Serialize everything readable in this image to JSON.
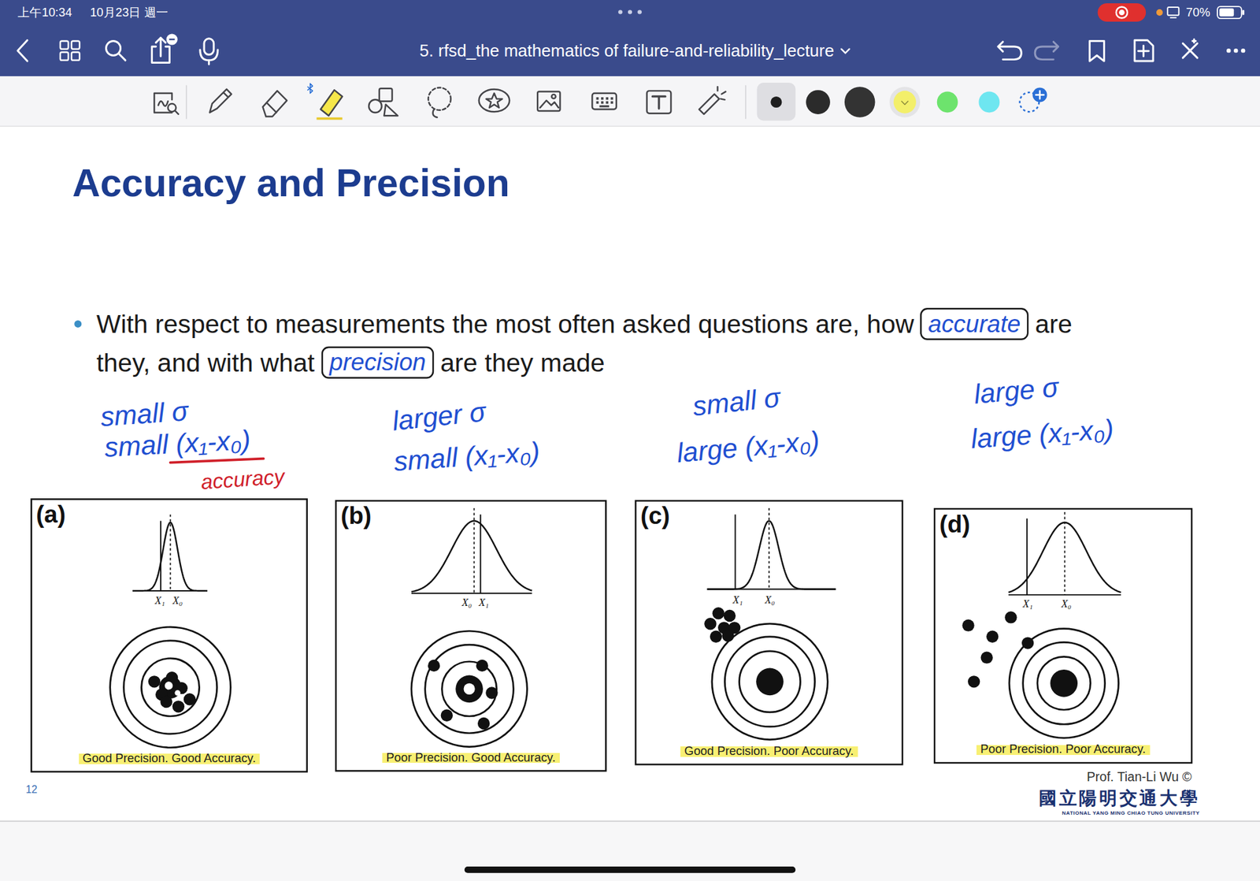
{
  "diagram": {
    "title": "Accuracy and Precision",
    "nodes": [
      {
        "text": [
          "accurate"
        ]
      },
      {
        "text": [
          "precision"
        ]
      },
      {
        "text": [
          "(a)",
          "Good Precision. Good Accuracy."
        ]
      },
      {
        "text": [
          "(b)",
          "Poor Precision. Good Accuracy."
        ]
      },
      {
        "text": [
          "(c)",
          "Good Precision. Poor Accuracy."
        ]
      },
      {
        "text": [
          "(d)",
          "Poor Precision. Poor Accuracy."
        ]
      }
    ],
    "labels": [
      "上午10:34",
      "10月23日 週一",
      "70%",
      "5. rfsd_the mathematics of failure-and-reliability_lecture",
      "With respect to measurements the most often asked questions are, how",
      "are",
      "they, and with what",
      "are they made",
      "small σ",
      "small (x₁-x₀)",
      "accuracy",
      "larger σ",
      "small (x₁-x₀)",
      "small σ",
      "large (x₁-x₀)",
      "large σ",
      "large (x₁-x₀)",
      "X₁",
      "X₀",
      "X₀",
      "X₁",
      "X₁",
      "X₀",
      "X₁",
      "X₀",
      "12",
      "Prof. Tian-Li Wu ©",
      "國立陽明交通大學",
      "NATIONAL YANG MING CHIAO TUNG UNIVERSITY"
    ]
  }
}
